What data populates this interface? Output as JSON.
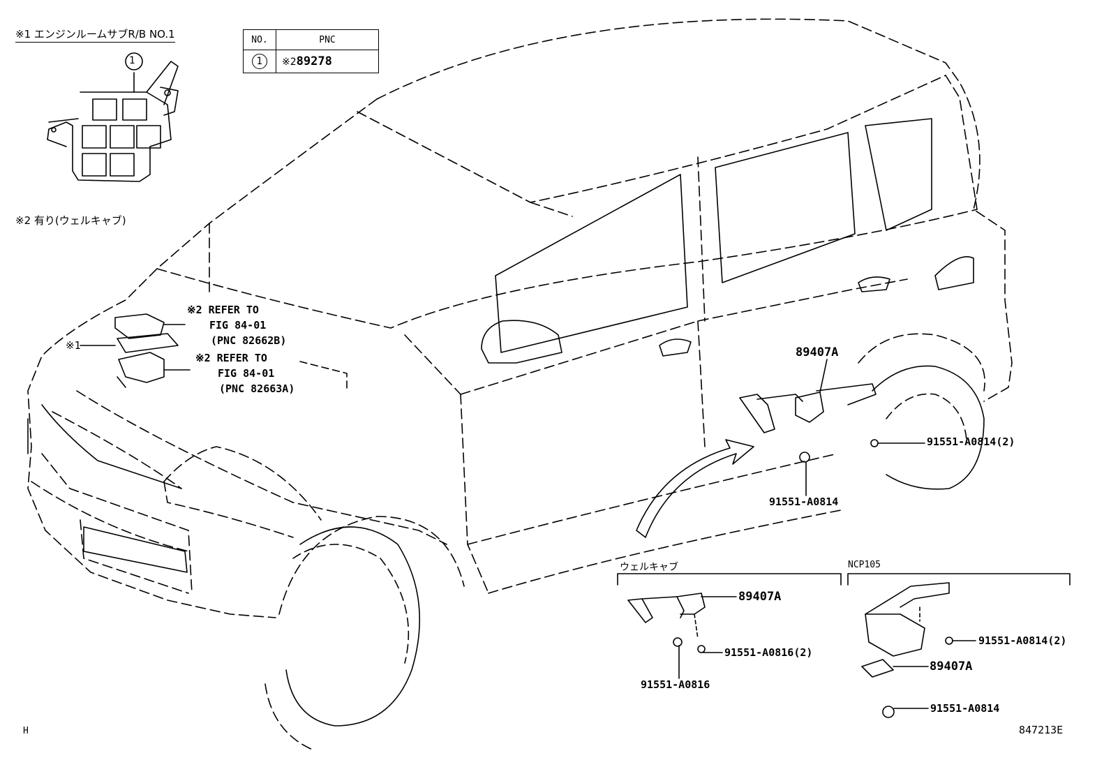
{
  "legend": {
    "note1": "※1 エンジンルームサブR/B NO.1",
    "note2": "※2 有り(ウェルキャブ)"
  },
  "pnc_table": {
    "col_no": "NO.",
    "col_pnc": "PNC",
    "row_no": "1",
    "row_mark": "※2",
    "row_pnc": "89278"
  },
  "callouts": {
    "refer1_a": "※2 REFER TO",
    "refer1_b": "FIG 84-01",
    "refer1_c": "(PNC 82662B)",
    "mark1": "※1",
    "refer2_a": "※2 REFER TO",
    "refer2_b": "FIG 84-01",
    "refer2_c": "(PNC 82663A)",
    "main_sensor": "89407A",
    "main_bolt_right": "91551-A0814(2)",
    "main_bolt_bottom": "91551-A0814"
  },
  "welcab": {
    "title": "ウェルキャブ",
    "sensor": "89407A",
    "bolt_right": "91551-A0816(2)",
    "bolt_bottom": "91551-A0816"
  },
  "ncp105": {
    "title": "NCP105",
    "bolt_top": "91551-A0814(2)",
    "sensor": "89407A",
    "bolt_bottom": "91551-A0814"
  },
  "footer": {
    "left": "H",
    "right": "847213E"
  },
  "inset_marker": "1"
}
